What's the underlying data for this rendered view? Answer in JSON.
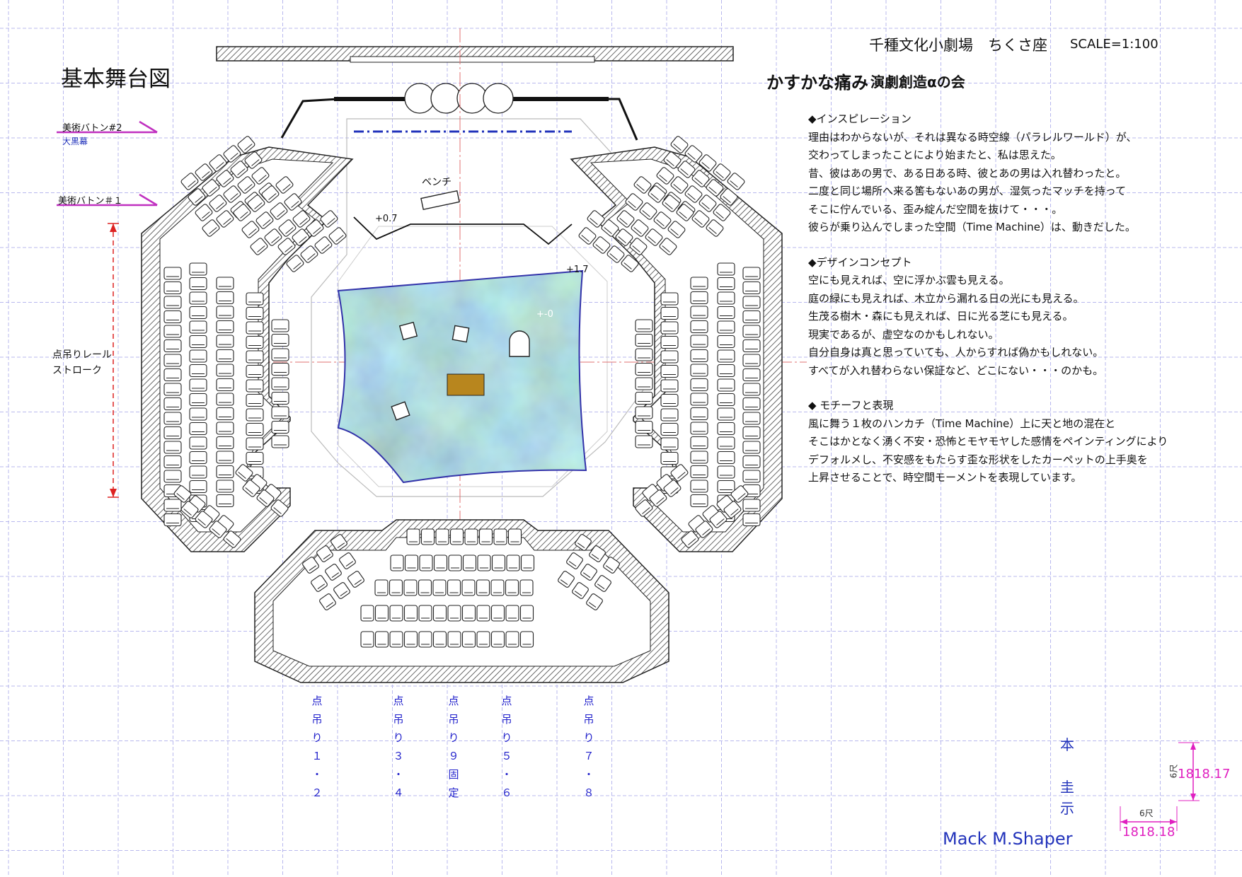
{
  "title_left": "基本舞台図",
  "venue": "千種文化小劇場　ちくさ座",
  "scale": "SCALE=1:100",
  "production": "かすかな痛み",
  "company": "演劇創造αの会",
  "labels": {
    "batten2": "美術バトン#2",
    "batten2_sub": "大黒幕",
    "batten1": "美術バトン＃１",
    "rail_line1": "点吊りレール",
    "rail_line2": "ストローク",
    "bench": "ベンチ",
    "level_07": "+0.7",
    "level_17": "+1.7",
    "level_00": "+-0"
  },
  "hang_points": [
    {
      "text": "点吊り１・２"
    },
    {
      "text": "点吊り３・４"
    },
    {
      "text": "点吊り９固定"
    },
    {
      "text": "点吊り５・６"
    },
    {
      "text": "点吊り７・８"
    }
  ],
  "vertical_note": "本　圭示",
  "signature": "Mack M.Shaper",
  "dimensions": {
    "v_label": "6尺",
    "v_value": "1818.17",
    "h_label": "6尺",
    "h_value": "1818.18"
  },
  "notes": {
    "s1_head": "◆インスピレーション",
    "s1": [
      "理由はわからないが、それは異なる時空線（パラレルワールド）が、",
      "交わってしまったことにより始またと、私は思えた。",
      "昔、彼はあの男で、ある日ある時、彼とあの男は入れ替わったと。",
      "二度と同じ場所へ来る筈もないあの男が、湿気ったマッチを持って",
      "そこに佇んでいる、歪み綻んだ空間を抜けて・・・。",
      "彼らが乗り込んでしまった空間（Time Machine）は、動きだした。"
    ],
    "s2_head": "◆デザインコンセプト",
    "s2": [
      "空にも見えれば、空に浮かぶ雲も見える。",
      "庭の緑にも見えれば、木立から漏れる日の光にも見える。",
      "生茂る樹木・森にも見えれば、日に光る芝にも見える。",
      "現実であるが、虚空なのかもしれない。",
      "自分自身は真と思っていても、人からすれば偽かもしれない。",
      "すべてが入れ替わらない保証など、どこにない・・・のかも。"
    ],
    "s3_head": "◆ モチーフと表現",
    "s3": [
      "風に舞う１枚のハンカチ（Time Machine）上に天と地の混在と",
      "そこはかとなく湧く不安・恐怖とモヤモヤした感情をペインティングにより",
      "デフォルメし、不安感をもたらす歪な形状をしたカーペットの上手奥を",
      "上昇させることで、時空間モーメントを表現しています。"
    ]
  },
  "colors": {
    "grid": "#b8b8ee",
    "batten": "#c030c0",
    "rail": "#dd2222",
    "hang_text": "#2222cc",
    "dimension": "#e020c0",
    "signature": "#2233bb",
    "carpet": "#5e8a6a",
    "bench_prop": "#b8861e"
  }
}
